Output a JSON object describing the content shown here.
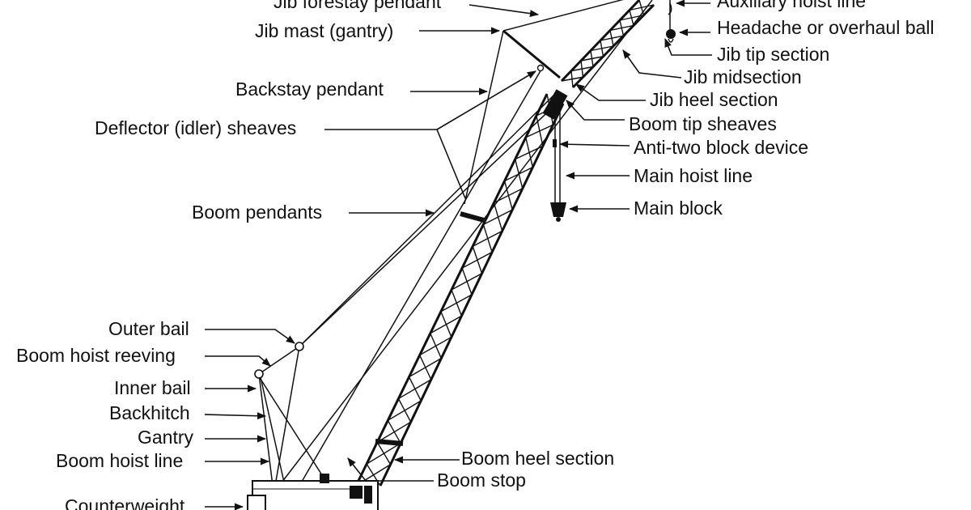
{
  "labels": {
    "jib_forestay_pendant": "Jib forestay pendant",
    "auxiliary_hoist_line": "Auxiliary hoist line",
    "jib_mast_gantry": "Jib mast (gantry)",
    "headache_ball": "Headache or overhaul ball",
    "jib_tip_section": "Jib tip section",
    "jib_midsection": "Jib midsection",
    "backstay_pendant": "Backstay pendant",
    "jib_heel_section": "Jib heel section",
    "deflector_sheaves": "Deflector (idler) sheaves",
    "boom_tip_sheaves": "Boom tip sheaves",
    "anti_two_block": "Anti-two block device",
    "main_hoist_line": "Main hoist line",
    "boom_pendants": "Boom pendants",
    "main_block": "Main block",
    "outer_bail": "Outer bail",
    "boom_hoist_reeving": "Boom hoist reeving",
    "inner_bail": "Inner bail",
    "backhitch": "Backhitch",
    "gantry": "Gantry",
    "boom_hoist_line": "Boom hoist line",
    "boom_heel_section": "Boom heel section",
    "boom_stop": "Boom stop",
    "counterweight": "Counterweight"
  },
  "colors": {
    "ink": "#111111",
    "background": "#ffffff"
  }
}
